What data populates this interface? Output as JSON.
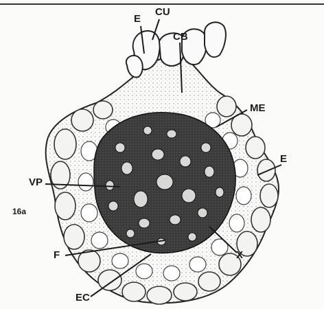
{
  "figure": {
    "panel_label": "16a",
    "labels": {
      "e_top": "E",
      "cu": "CU",
      "cb": "CB",
      "me": "ME",
      "e_right": "E",
      "vp": "VP",
      "f": "F",
      "x": "X",
      "ec": "EC"
    },
    "colors": {
      "ink": "#1b1b1b",
      "background": "#fbfbfa",
      "stipple": "#e6e6e4"
    }
  }
}
